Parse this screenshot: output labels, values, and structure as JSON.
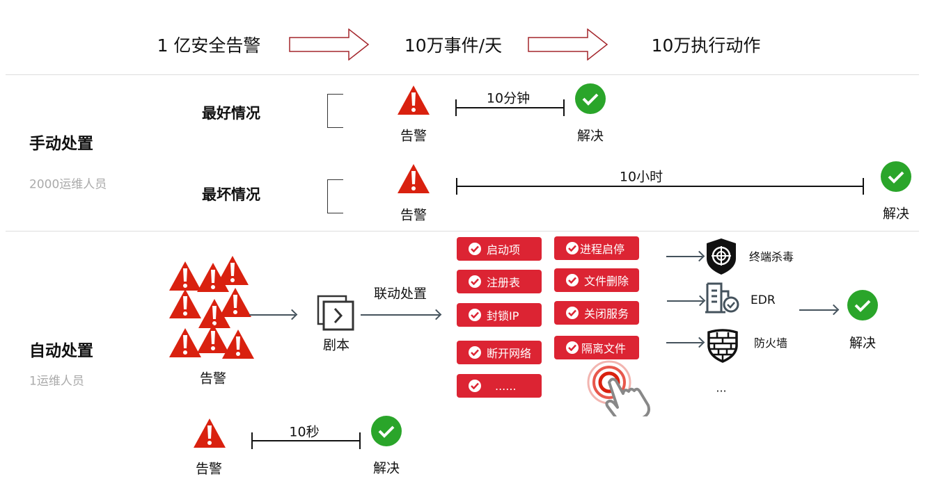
{
  "top": {
    "step1": "1 亿安全告警",
    "step2": "10万事件/天",
    "step3": "10万执行动作"
  },
  "manual": {
    "title": "手动处置",
    "staff": "2000运维人员",
    "best": {
      "label": "最好情况",
      "alert": "告警",
      "duration": "10分钟",
      "resolved": "解决"
    },
    "worst": {
      "label": "最坏情况",
      "alert": "告警",
      "duration": "10小时",
      "resolved": "解决"
    }
  },
  "auto": {
    "title": "自动处置",
    "staff": "1运维人员",
    "alert": "告警",
    "playbook": "剧本",
    "linkage": "联动处置",
    "actions_col1": [
      "启动项",
      "注册表",
      "封锁IP",
      "断开网络",
      "......"
    ],
    "actions_col2": [
      "进程启停",
      "文件删除",
      "关闭服务",
      "隔离文件"
    ],
    "targets": [
      "终端杀毒",
      "EDR",
      "防火墙"
    ],
    "more": "...",
    "resolved": "解决",
    "summary": {
      "alert": "告警",
      "duration": "10秒",
      "resolved": "解决"
    }
  },
  "colors": {
    "red": "#dc2433",
    "alert_red": "#d9210f",
    "green": "#2aa52a",
    "dark_red_outline": "#a4262c"
  }
}
